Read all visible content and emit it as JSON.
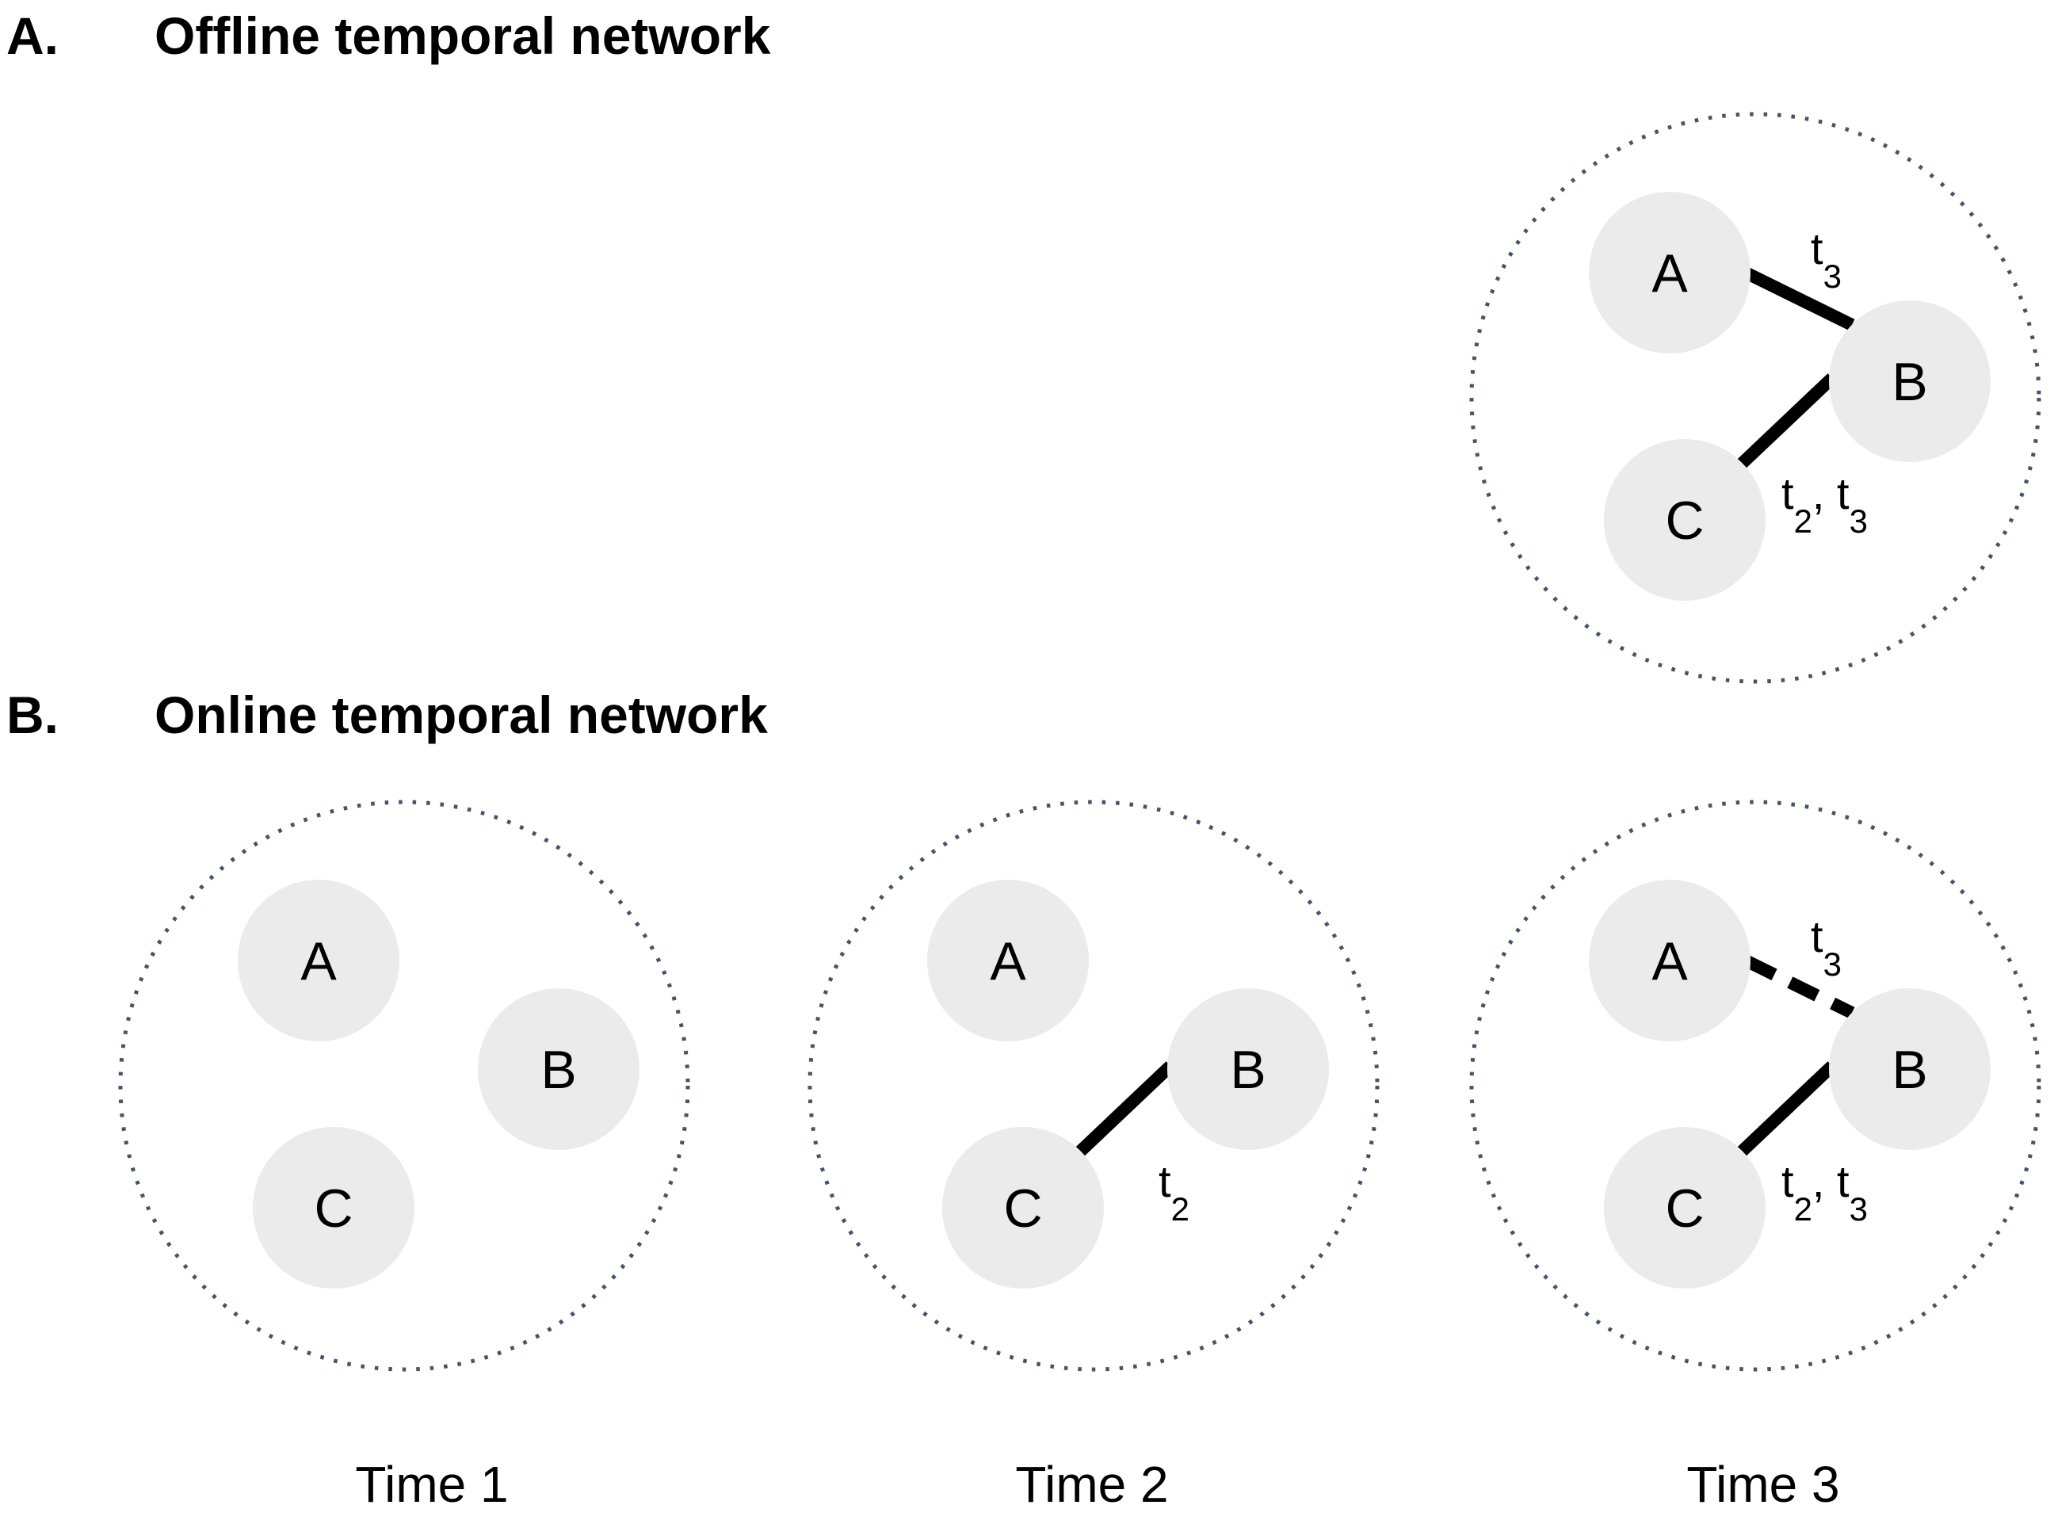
{
  "colors": {
    "background": "#ffffff",
    "boundary_dots": "#44546a",
    "node_fill": "#ebebeb",
    "edge_stroke": "#000000",
    "text": "#000000"
  },
  "sections": {
    "a": {
      "label": "A.",
      "title": "Offline temporal network"
    },
    "b": {
      "label": "B.",
      "title": "Online temporal network"
    }
  },
  "offline": {
    "nodes": {
      "a": "A",
      "b": "B",
      "c": "C"
    },
    "edge_ab": {
      "base": "t",
      "sub": "3"
    },
    "edge_cb": {
      "base1": "t",
      "sub1": "2",
      "mid": ", t",
      "sub2": "3"
    }
  },
  "online": [
    {
      "caption": "Time 1",
      "nodes": {
        "a": "A",
        "b": "B",
        "c": "C"
      }
    },
    {
      "caption": "Time 2",
      "nodes": {
        "a": "A",
        "b": "B",
        "c": "C"
      },
      "edge_cb": {
        "base1": "t",
        "sub1": "2"
      }
    },
    {
      "caption": "Time 3",
      "nodes": {
        "a": "A",
        "b": "B",
        "c": "C"
      },
      "edge_ab": {
        "base": "t",
        "sub": "3"
      },
      "edge_cb": {
        "base1": "t",
        "sub1": "2",
        "mid": ", t",
        "sub2": "3"
      }
    }
  ]
}
